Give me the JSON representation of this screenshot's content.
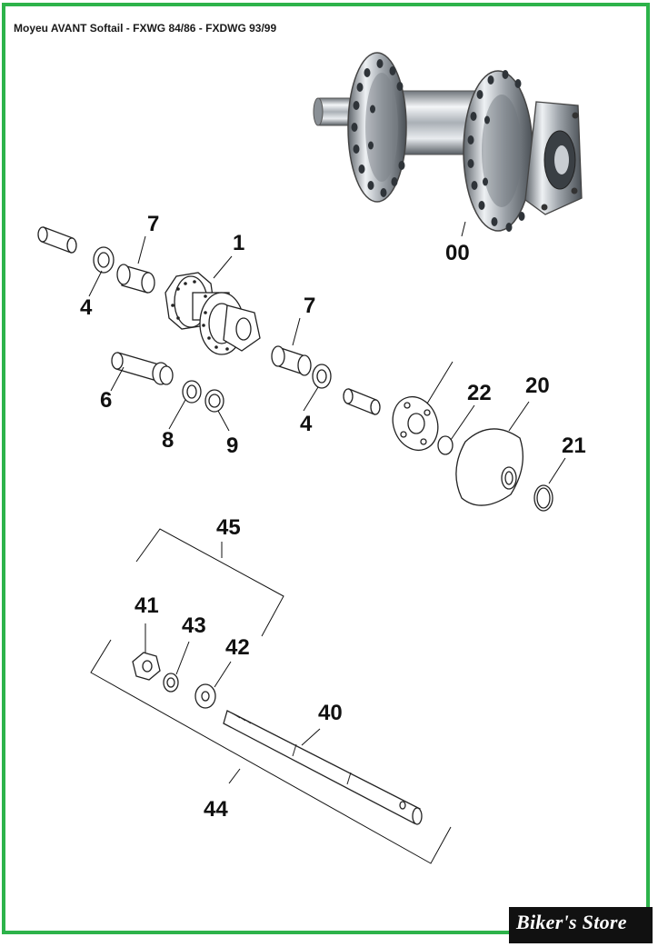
{
  "title": "Moyeu AVANT Softail - FXWG 84/86 - FXDWG 93/99",
  "watermark": "Biker's Store",
  "colors": {
    "frame": "#2db34a",
    "ink": "#111111",
    "chrome": "#c9cdd2"
  },
  "labels": {
    "p00": "00",
    "p1": "1",
    "p4a": "4",
    "p4b": "4",
    "p6": "6",
    "p7a": "7",
    "p7b": "7",
    "p8": "8",
    "p9": "9",
    "p20": "20",
    "p21": "21",
    "p22": "22",
    "p40": "40",
    "p41": "41",
    "p42": "42",
    "p43": "43",
    "p44": "44",
    "p45": "45"
  }
}
